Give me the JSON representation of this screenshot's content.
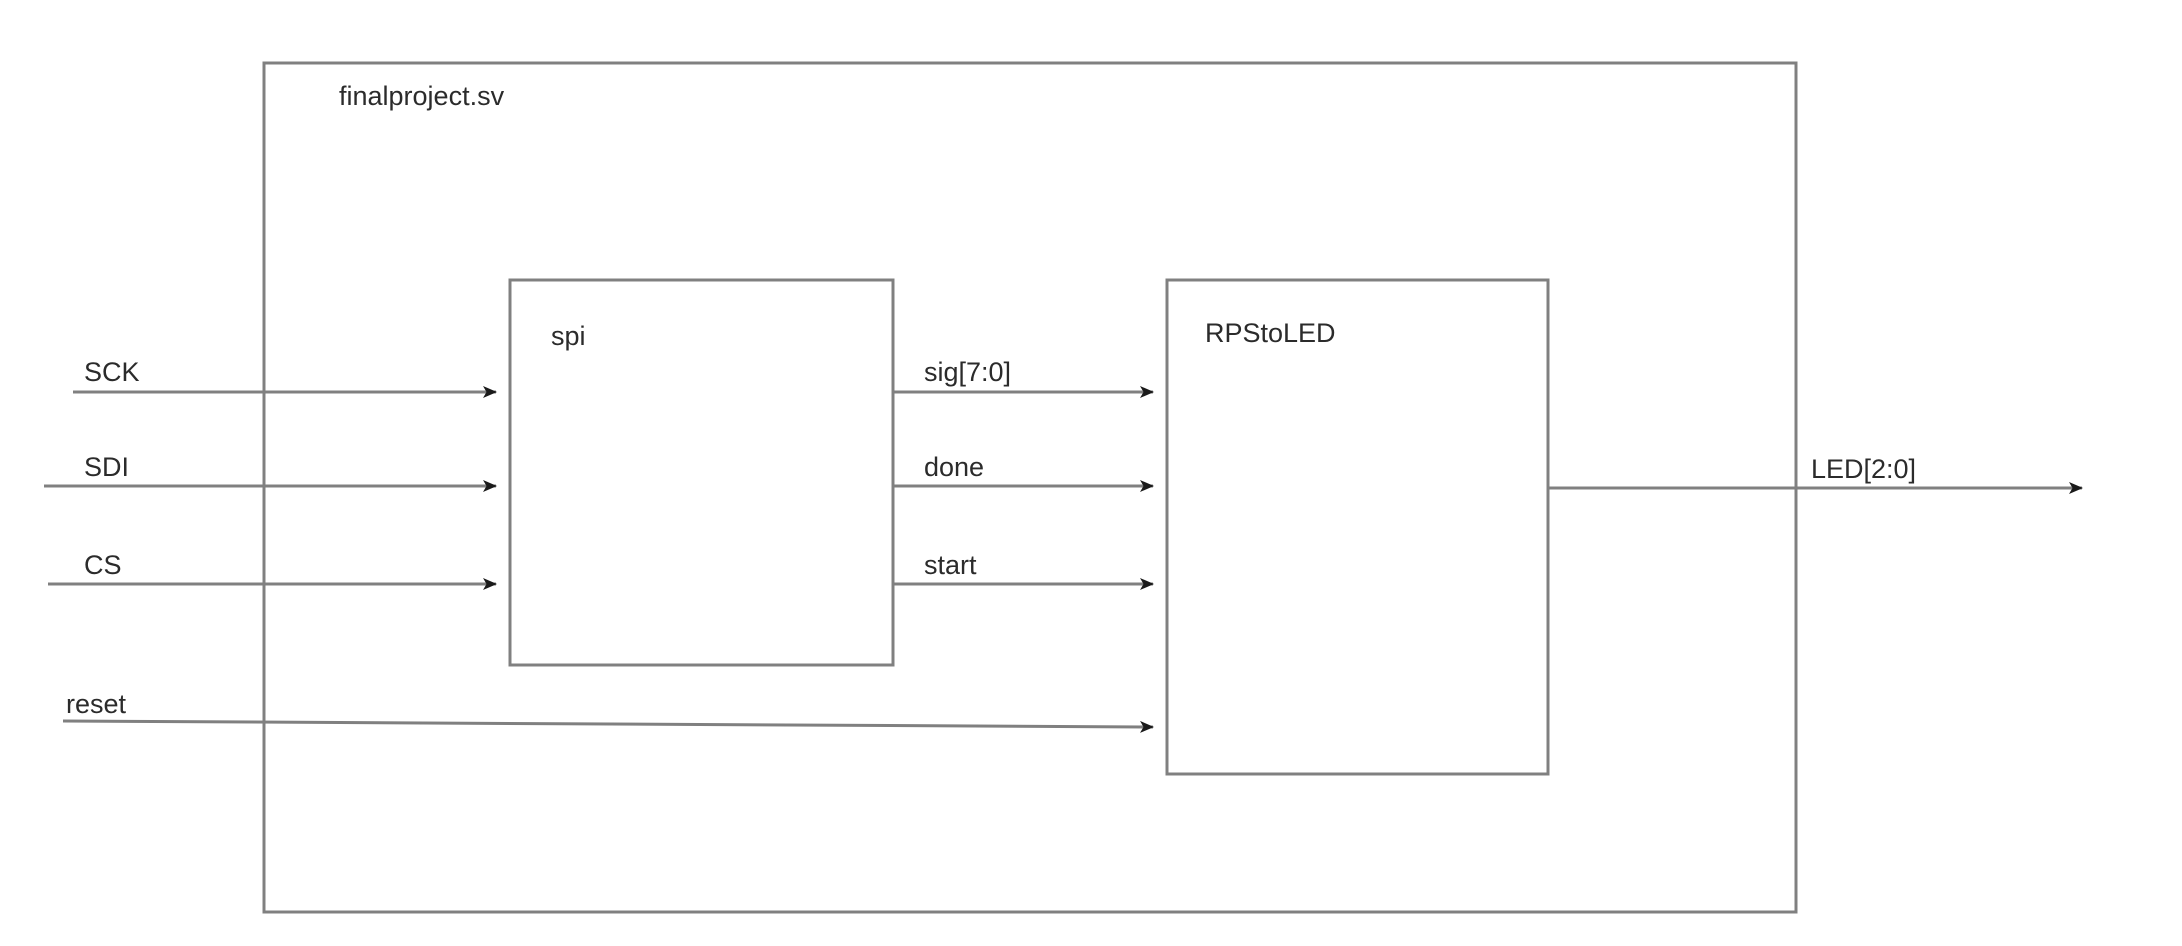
{
  "diagram": {
    "type": "block-diagram",
    "title": "finalproject.sv",
    "background_color": "#ffffff",
    "line_color": "#808080",
    "arrow_color": "#1a1a1a",
    "text_color": "#2b2b2b",
    "outer_module": {
      "label": "finalproject.sv"
    },
    "blocks": [
      {
        "id": "spi",
        "label": "spi"
      },
      {
        "id": "rpstoled",
        "label": "RPStoLED"
      }
    ],
    "inputs": [
      {
        "id": "sck",
        "label": "SCK"
      },
      {
        "id": "sdi",
        "label": "SDI"
      },
      {
        "id": "cs",
        "label": "CS"
      },
      {
        "id": "reset",
        "label": "reset"
      }
    ],
    "internal_signals": [
      {
        "id": "sig",
        "label": "sig[7:0]"
      },
      {
        "id": "done",
        "label": "done"
      },
      {
        "id": "start",
        "label": "start"
      }
    ],
    "outputs": [
      {
        "id": "led",
        "label": "LED[2:0]"
      }
    ]
  }
}
